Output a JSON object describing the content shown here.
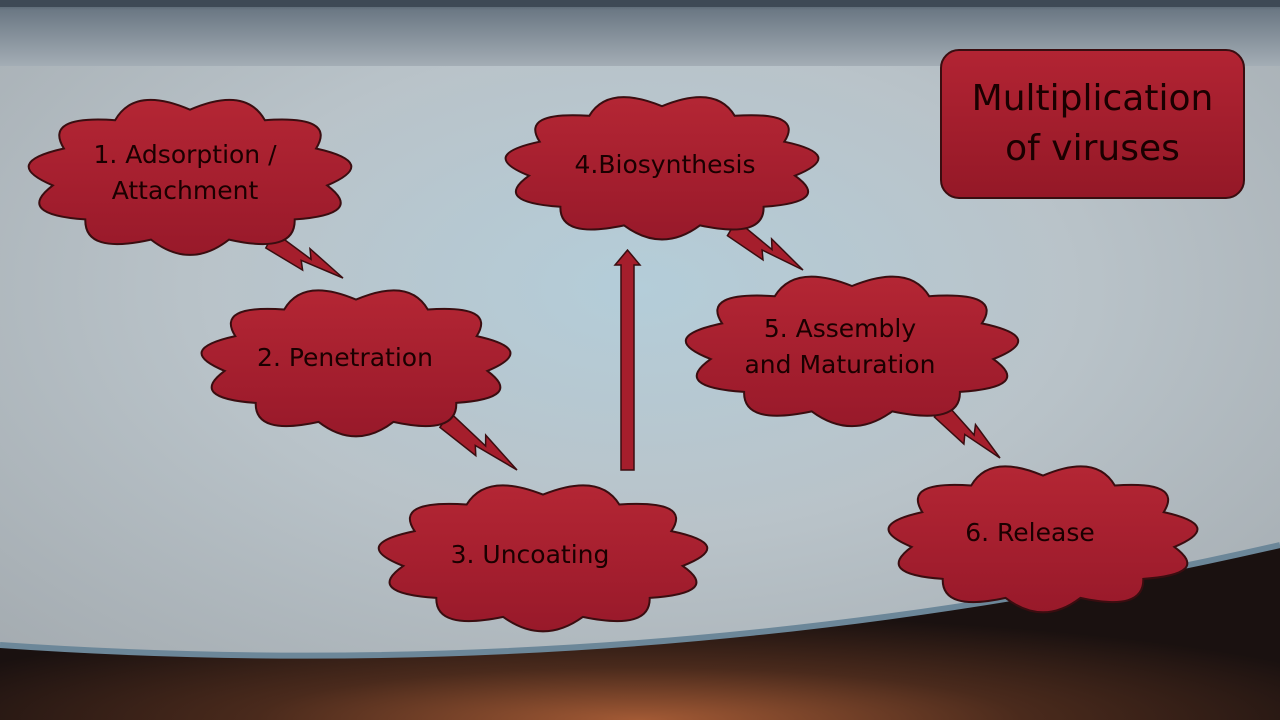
{
  "title": "Multiplication\nof viruses",
  "steps": [
    {
      "label": "1. Adsorption /\nAttachment"
    },
    {
      "label": "2. Penetration"
    },
    {
      "label": "3. Uncoating"
    },
    {
      "label": "4.Biosynthesis"
    },
    {
      "label": "5. Assembly\nand Maturation"
    },
    {
      "label": "6. Release"
    }
  ],
  "colors": {
    "cloud_fill": "#a51e2c",
    "cloud_stroke": "#3a0d10",
    "text": "#1a0000"
  }
}
